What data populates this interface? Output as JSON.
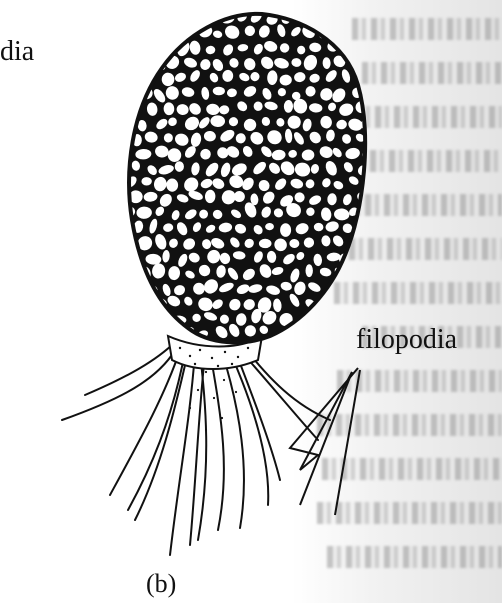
{
  "labels": {
    "cut_label": "dia",
    "filopodia": "filopodia",
    "panel": "(b)"
  },
  "colors": {
    "ink": "#111111",
    "paper": "#ffffff",
    "bleed_text": "#999999"
  }
}
